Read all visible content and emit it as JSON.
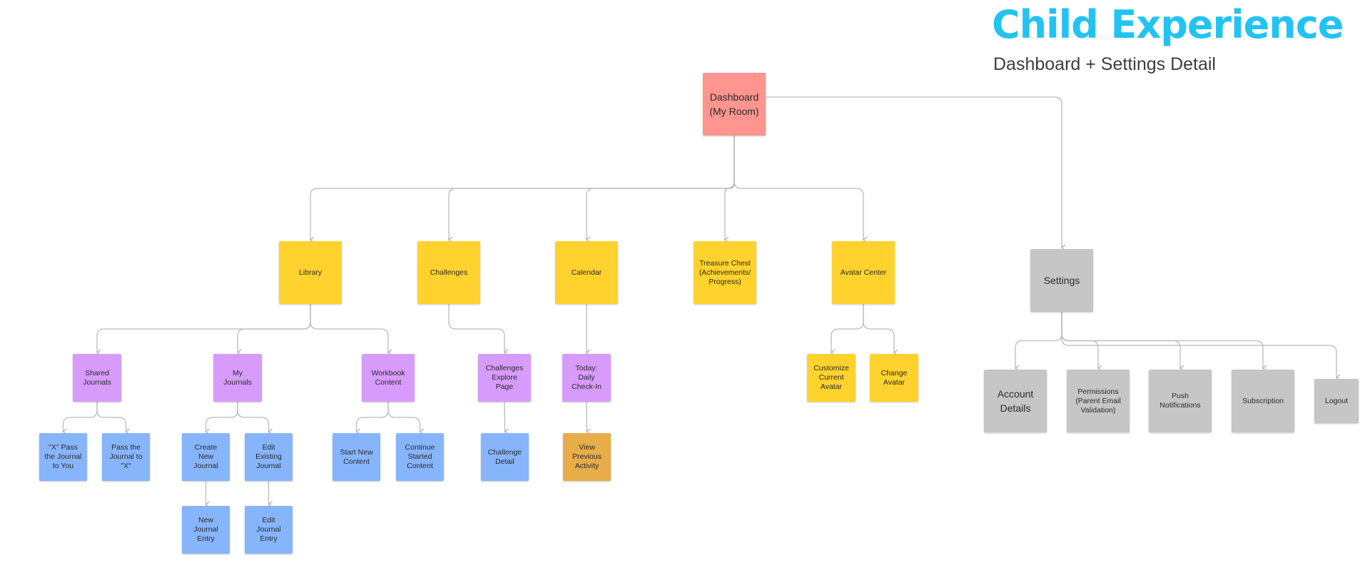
{
  "header": {
    "title": "Child Experience",
    "subtitle": "Dashboard + Settings Detail"
  },
  "colors": {
    "title": "#22c3f2",
    "dashboard": "#ff958e",
    "primary_section": "#ffd22e",
    "sub_section": "#d79bfb",
    "leaf": "#87b5fb",
    "activity": "#e6ad4a",
    "settings": "#c6c6c6",
    "connector": "#bbbbbb"
  },
  "nodes": {
    "dashboard": "Dashboard\n(My Room)",
    "library": "Library",
    "challenges": "Challenges",
    "calendar": "Calendar",
    "treasure_chest": "Treasure Chest\n(Achievements/\nProgress)",
    "avatar_center": "Avatar Center",
    "settings": "Settings",
    "shared_journals": "Shared\nJournals",
    "my_journals": "My\nJournals",
    "workbook_content": "Workbook\nContent",
    "challenges_explore": "Challenges\nExplore\nPage",
    "today_checkin": "Today:\nDaily\nCheck-In",
    "customize_avatar": "Customize\nCurrent\nAvatar",
    "change_avatar": "Change\nAvatar",
    "account_details": "Account\nDetails",
    "permissions": "Permissions\n(Parent Email\nValidation)",
    "push_notifications": "Push\nNotifications",
    "subscription": "Subscription",
    "logout": "Logout",
    "x_pass_journal": "\"X\" Pass\nthe Journal\nto You",
    "pass_journal_to_x": "Pass the\nJournal to\n\"X\"",
    "create_new_journal": "Create\nNew\nJournal",
    "edit_existing_journal": "Edit\nExisting\nJournal",
    "start_new_content": "Start New\nContent",
    "continue_started_content": "Continue\nStarted\nContent",
    "challenge_detail": "Challenge\nDetail",
    "view_previous_activity": "View\nPrevious\nActivity",
    "new_journal_entry": "New\nJournal\nEntry",
    "edit_journal_entry": "Edit\nJournal\nEntry"
  },
  "edges": [
    [
      "dashboard",
      "library"
    ],
    [
      "dashboard",
      "challenges"
    ],
    [
      "dashboard",
      "calendar"
    ],
    [
      "dashboard",
      "treasure_chest"
    ],
    [
      "dashboard",
      "avatar_center"
    ],
    [
      "dashboard",
      "settings"
    ],
    [
      "library",
      "shared_journals"
    ],
    [
      "library",
      "my_journals"
    ],
    [
      "library",
      "workbook_content"
    ],
    [
      "challenges",
      "challenges_explore"
    ],
    [
      "calendar",
      "today_checkin"
    ],
    [
      "avatar_center",
      "customize_avatar"
    ],
    [
      "avatar_center",
      "change_avatar"
    ],
    [
      "settings",
      "account_details"
    ],
    [
      "settings",
      "permissions"
    ],
    [
      "settings",
      "push_notifications"
    ],
    [
      "settings",
      "subscription"
    ],
    [
      "settings",
      "logout"
    ],
    [
      "shared_journals",
      "x_pass_journal"
    ],
    [
      "shared_journals",
      "pass_journal_to_x"
    ],
    [
      "my_journals",
      "create_new_journal"
    ],
    [
      "my_journals",
      "edit_existing_journal"
    ],
    [
      "workbook_content",
      "start_new_content"
    ],
    [
      "workbook_content",
      "continue_started_content"
    ],
    [
      "challenges_explore",
      "challenge_detail"
    ],
    [
      "today_checkin",
      "view_previous_activity"
    ],
    [
      "create_new_journal",
      "new_journal_entry"
    ],
    [
      "edit_existing_journal",
      "edit_journal_entry"
    ]
  ]
}
